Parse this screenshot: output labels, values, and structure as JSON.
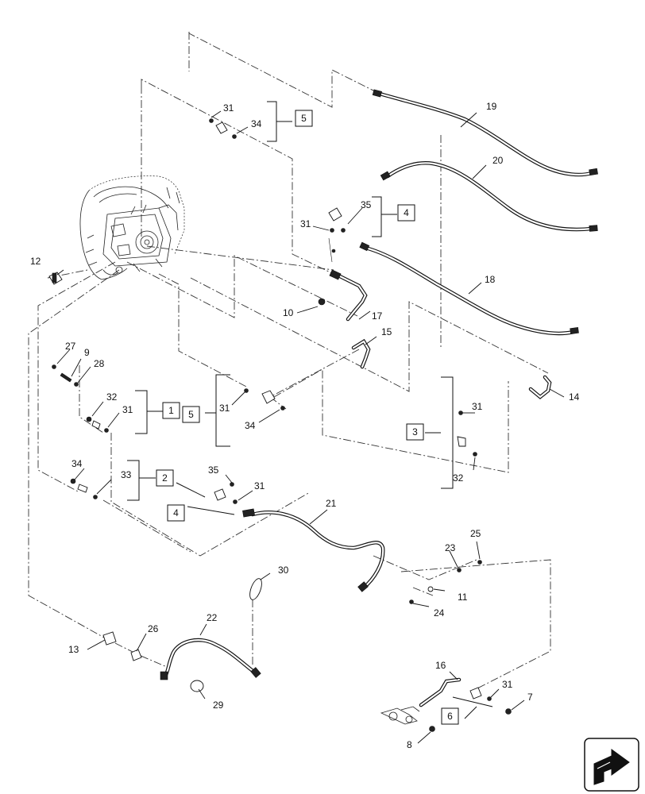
{
  "callouts": {
    "c1": "1",
    "c2": "2",
    "c3": "3",
    "c4": "4",
    "c5": "5",
    "c6": "6",
    "c7": "7",
    "c8": "8",
    "c9": "9",
    "c10": "10",
    "c11": "11",
    "c12": "12",
    "c13": "13",
    "c14": "14",
    "c15": "15",
    "c16": "16",
    "c17": "17",
    "c18": "18",
    "c19": "19",
    "c20": "20",
    "c21": "21",
    "c22": "22",
    "c23": "23",
    "c24": "24",
    "c25": "25",
    "c26": "26",
    "c27": "27",
    "c28": "28",
    "c29": "29",
    "c30": "30",
    "c31": "31",
    "c32": "32",
    "c33": "33",
    "c34": "34",
    "c35": "35"
  },
  "nav_icon": "next-page-arrow-icon"
}
